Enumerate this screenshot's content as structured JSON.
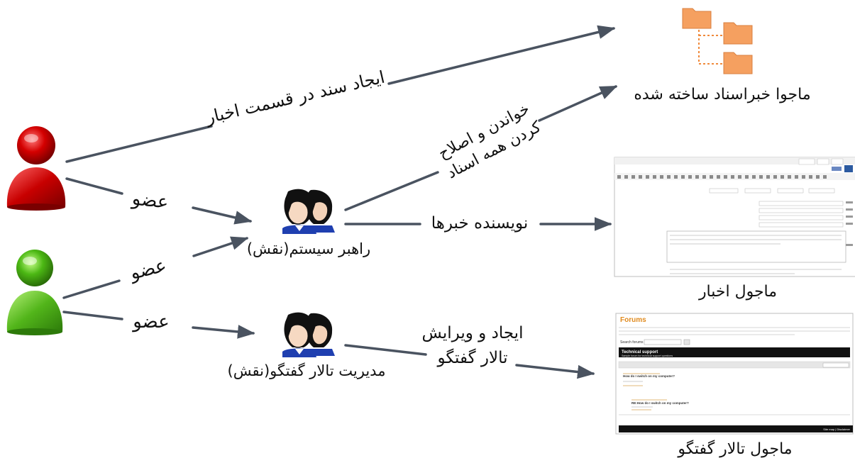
{
  "colors": {
    "arrow": "#4a5360",
    "admin_user": "#c00000",
    "member_user": "#4cb814",
    "folder": "#f5a060",
    "folder_edge": "#d98040",
    "forum_header": "#e08a1e",
    "forum_bar": "#111111"
  },
  "icons": [
    "red-user-icon",
    "green-user-icon",
    "role-people-icon",
    "folder-icon",
    "news-editor-screenshot",
    "forum-screenshot"
  ],
  "labels": {
    "create_doc": "ایجاد سند در قسمت اخبار",
    "read_edit_line1": "خواندن و اصلاح",
    "read_edit_line2": "کردن  همه اسناد",
    "member_1": "عضو",
    "member_2": "عضو",
    "member_3": "عضو",
    "news_writer": "نویسنده خبرها",
    "create_edit_forum_line1": "ایجاد و ویرایش",
    "create_edit_forum_line2": "تالار گفتگو"
  },
  "roles": {
    "system_admin": "راهبر سیستم(نقش)",
    "forum_manager": "مدیریت تالار گفتگو(نقش)"
  },
  "modules": {
    "documents": "ماجوا خبراسناد ساخته شده",
    "news": "ماجول اخبار",
    "forum": "ماجول تالار گفتگو"
  },
  "forum_shot": {
    "title": "Forums",
    "search_label": "Search forums",
    "section": "Technical support",
    "section_sub": "Sample forum for technical support questions",
    "post_q": "How do I switch on my computer?",
    "reply_q": "RE:How do I switch on my computer?",
    "footer": "Site map | Disclaimer"
  }
}
